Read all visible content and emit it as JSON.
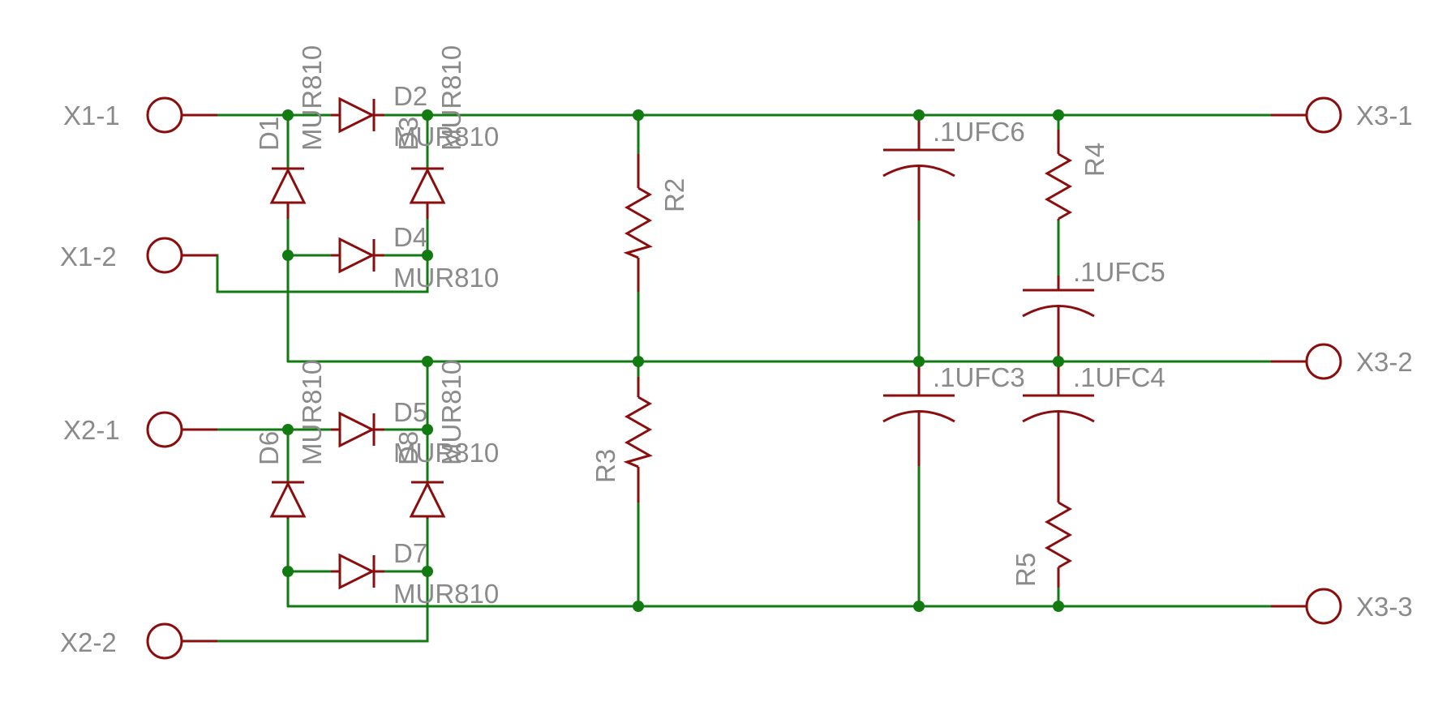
{
  "schematic": {
    "connectors": {
      "x1_1": "X1-1",
      "x1_2": "X1-2",
      "x2_1": "X2-1",
      "x2_2": "X2-2",
      "x3_1": "X3-1",
      "x3_2": "X3-2",
      "x3_3": "X3-3"
    },
    "diodes": {
      "d1": {
        "ref": "D1",
        "value": "MUR810"
      },
      "d2": {
        "ref": "D2",
        "value": "MUR810"
      },
      "d3": {
        "ref": "D3",
        "value": "MUR810"
      },
      "d4": {
        "ref": "D4",
        "value": "MUR810"
      },
      "d5": {
        "ref": "D5",
        "value": "MUR810"
      },
      "d6": {
        "ref": "D6",
        "value": "MUR810"
      },
      "d7": {
        "ref": "D7",
        "value": "MUR810"
      },
      "d8": {
        "ref": "D8",
        "value": "MUR810"
      }
    },
    "resistors": {
      "r2": "R2",
      "r3": "R3",
      "r4": "R4",
      "r5": "R5"
    },
    "capacitors": {
      "c3": ".1UFC3",
      "c4": ".1UFC4",
      "c5": ".1UFC5",
      "c6": ".1UFC6"
    },
    "colors": {
      "wire": "#117a11",
      "component": "#8b0e0e",
      "label": "#8a8a8a",
      "background": "#ffffff"
    }
  }
}
